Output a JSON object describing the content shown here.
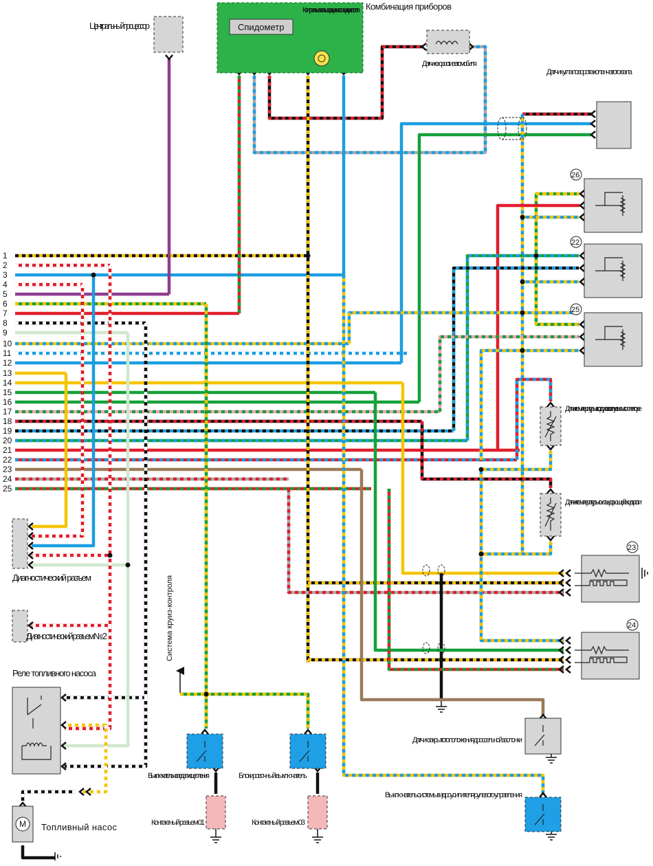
{
  "colors": {
    "black": "#111111",
    "red": "#e01e2c",
    "blue": "#1a9ee0",
    "green": "#14a03a",
    "yellow": "#f5c400",
    "white": "#ffffff",
    "purple": "#8e3b8f",
    "gray": "#a8a8a8",
    "pink": "#f29fb5",
    "lightgreen": "#cfe8cf",
    "brown": "#9a7b5a",
    "module_green": "#2db24a",
    "switch_blue": "#1f9fe6",
    "connector_pink": "#f4b8b8"
  },
  "wire_numbers": [
    "1",
    "2",
    "3",
    "4",
    "5",
    "6",
    "7",
    "8",
    "9",
    "10",
    "11",
    "12",
    "13",
    "14",
    "15",
    "16",
    "17",
    "18",
    "19",
    "20",
    "21",
    "22",
    "23",
    "24",
    "25"
  ],
  "wire_colors": [
    [
      "yellow",
      "black"
    ],
    [
      "red",
      "white"
    ],
    [
      "blue",
      null
    ],
    [
      "red",
      "white"
    ],
    [
      "purple",
      null
    ],
    [
      "green",
      "yellow"
    ],
    [
      "red",
      null
    ],
    [
      "black",
      "white"
    ],
    [
      "lightgreen",
      null
    ],
    [
      "yellow",
      "blue"
    ],
    [
      "blue",
      "white"
    ],
    [
      "blue",
      null
    ],
    [
      "yellow",
      null
    ],
    [
      "yellow",
      null
    ],
    [
      "green",
      null
    ],
    [
      "green",
      null
    ],
    [
      "pink",
      "green"
    ],
    [
      "black",
      "red"
    ],
    [
      "blue",
      "black"
    ],
    [
      "green",
      "blue"
    ],
    [
      "red",
      null
    ],
    [
      "red",
      "blue"
    ],
    [
      "brown",
      null
    ],
    [
      "gray",
      "red"
    ],
    [
      "red",
      "green"
    ]
  ],
  "labels": {
    "cpu": "Центральный процессор",
    "instrument_cluster": "Комбинация приборов",
    "speedometer": "Спидометр",
    "check_lamp": "Контрольная лампа диагностики двигателя",
    "speed_sensor": "Датчик скорости автомобиля",
    "crank_sensor": "Датчик угла поворота коленчатого вала",
    "intake_air_temp": "Датчик температуры воздуха во впускном коллекторе",
    "coolant_temp": "Датчик температуры охлаждающей жидкости",
    "diag_connector": "Диагностический разъем",
    "diag_connector_2": "Диагностический разъем № 2",
    "fuel_pump_relay": "Реле топливного насоса",
    "fuel_pump": "Топливный насос",
    "cruise_control": "Система круиз-контроля",
    "clutch_switch": "Выключатель на педали сцепления",
    "lock_switch": "Блокировочный выключатель",
    "connector_01": "Контактный разъем 01",
    "connector_03": "Контактный разъем 03",
    "throttle_closed": "Датчик закрытого положения дроссельной заслонки",
    "power_steering_switch": "Выключатель системы гидроусилителя рулевого управления"
  },
  "circled_numbers": {
    "s26": "26",
    "s22": "22",
    "s25": "25",
    "s23": "23",
    "s24": "24"
  }
}
